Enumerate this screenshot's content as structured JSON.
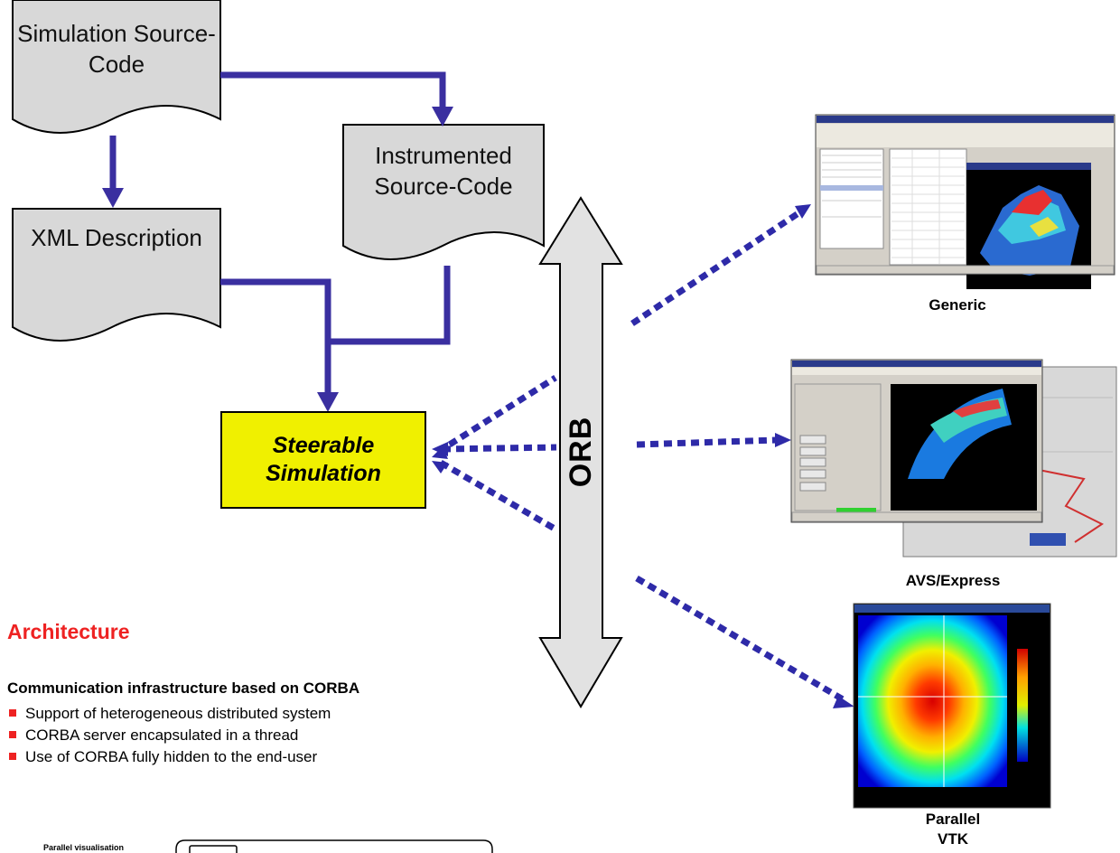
{
  "documents": {
    "simulation_source": "Simulation Source-Code",
    "instrumented_source": "Instrumented Source-Code",
    "xml_description": "XML Description"
  },
  "steerable": {
    "line1": "Steerable",
    "line2": "Simulation"
  },
  "orb": "ORB",
  "clients": {
    "generic": "Generic",
    "avs": "AVS/Express",
    "vtk_line1": "Parallel",
    "vtk_line2": "VTK"
  },
  "architecture": {
    "title": "Architecture",
    "subheading": "Communication infrastructure based on CORBA",
    "bullets": [
      "Support of heterogeneous distributed system",
      "CORBA server encapsulated in a thread",
      "Use of CORBA fully hidden to the end-user"
    ]
  },
  "footer_label": "Parallel visualisation",
  "colors": {
    "flow_arrow": "#3a2fa0",
    "steer_fill": "#f0f000",
    "doc_fill": "#d8d8d8",
    "title_red": "#ee2222"
  }
}
